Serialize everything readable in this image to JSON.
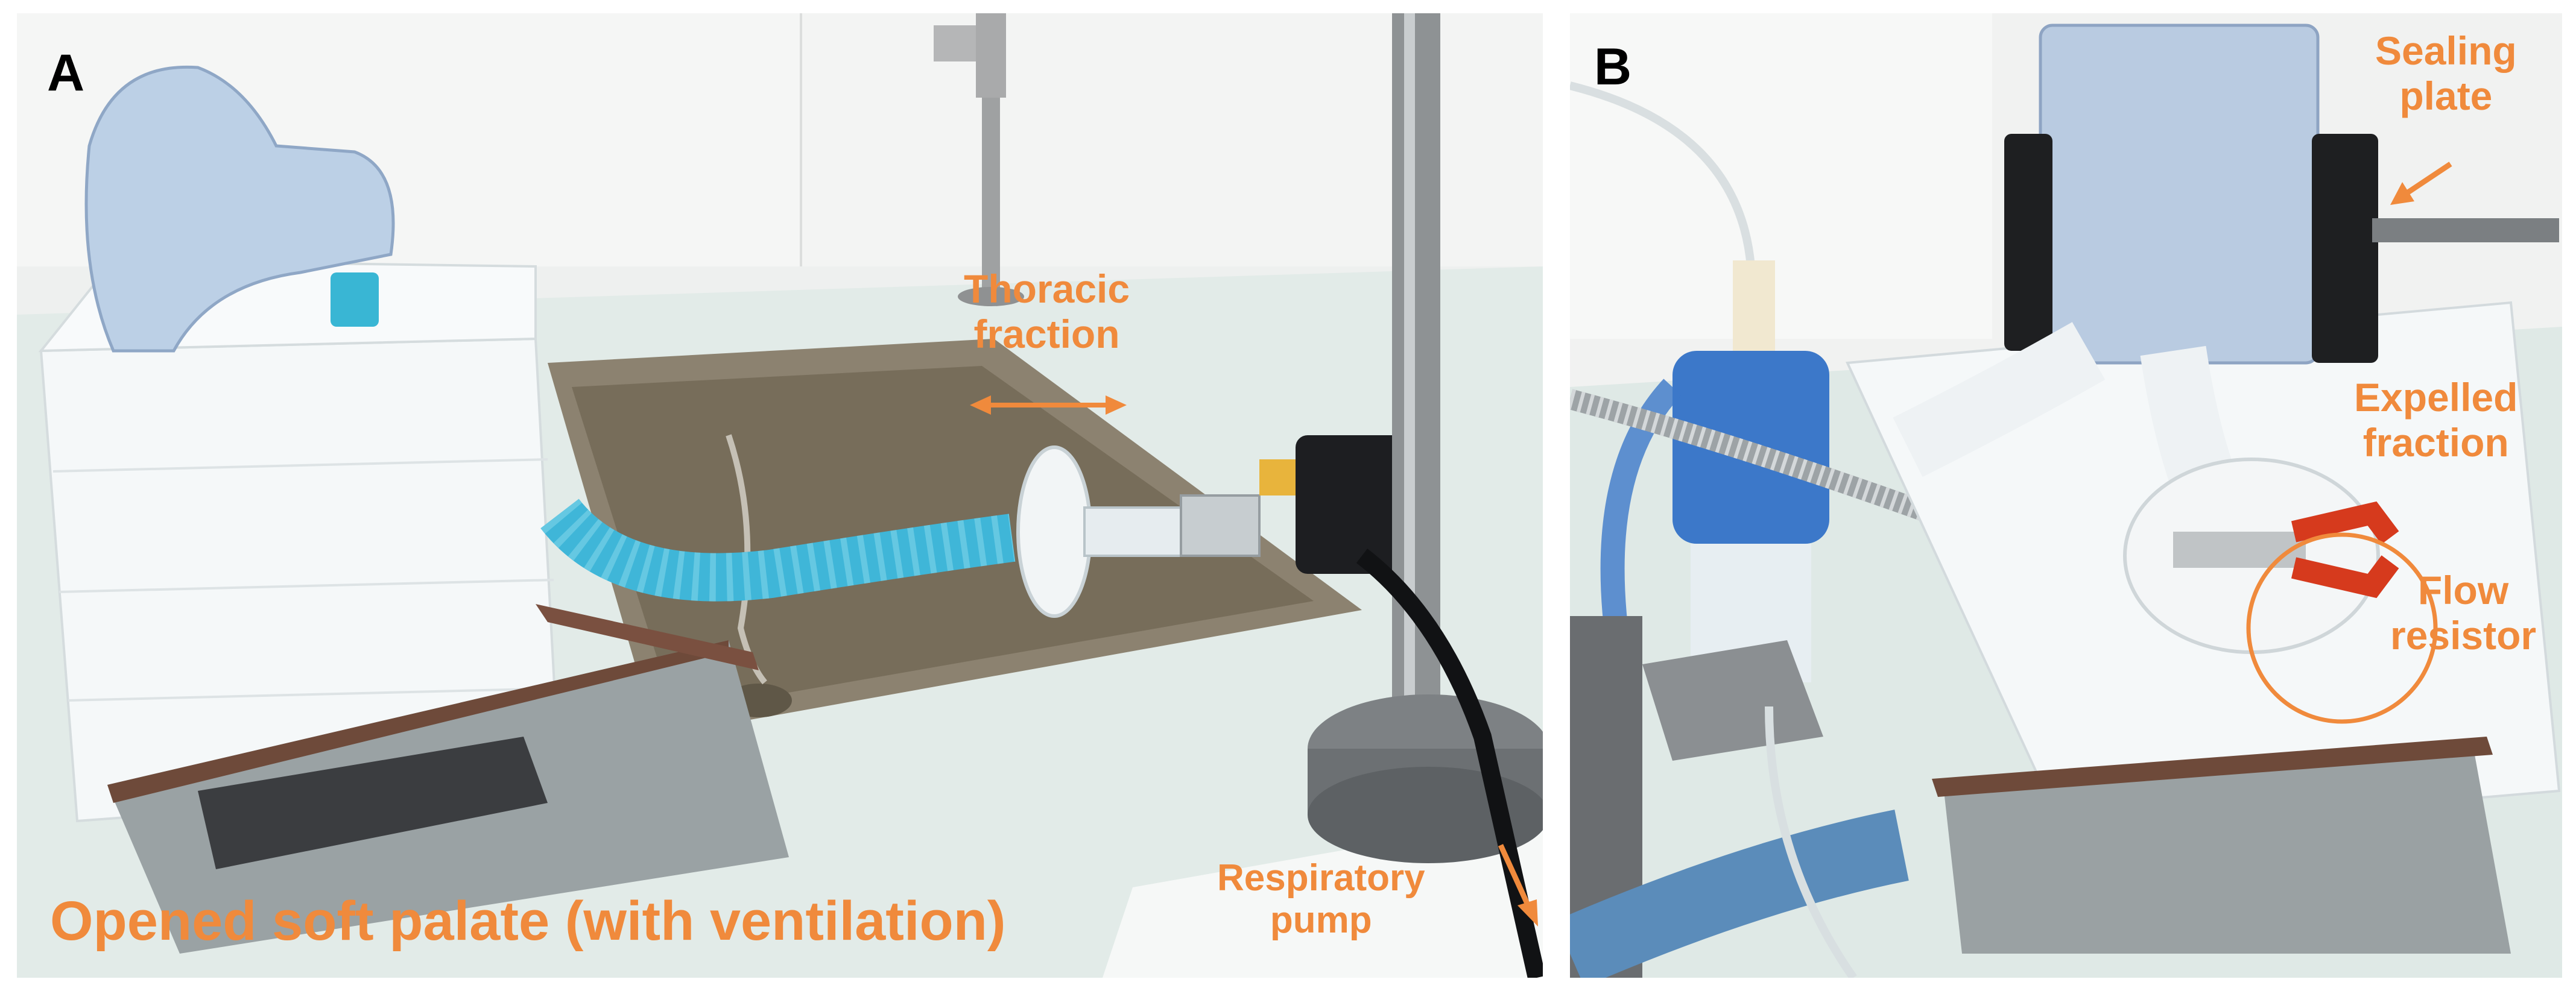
{
  "colors": {
    "annotation": "#f08a3c",
    "panel_letter": "#000000",
    "tube": "#3fb6d8",
    "foam": "#f4f7f8",
    "sink": "#8a7f6b",
    "bench": "#e3ebe8"
  },
  "panel_a": {
    "letter": "A",
    "labels": {
      "thoracic_fraction": "Thoracic\nfraction",
      "respiratory_pump": "Respiratory\npump",
      "caption": "Opened soft palate (with ventilation)"
    }
  },
  "panel_b": {
    "letter": "B",
    "labels": {
      "sealing_plate": "Sealing\nplate",
      "expelled_fraction": "Expelled\nfraction",
      "flow_resistor": "Flow\nresistor"
    }
  }
}
